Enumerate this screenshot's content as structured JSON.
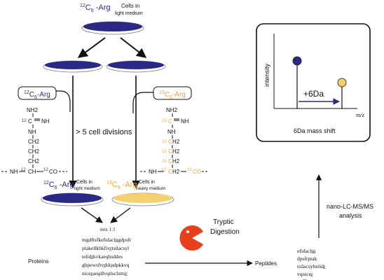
{
  "colors": {
    "light": "#2a2a86",
    "heavy": "#f0a23a",
    "heavy_fill": "#f6cf6e",
    "black": "#111111",
    "pacman": "#e8401c"
  },
  "top": {
    "iso": "12C6 -Arg",
    "iso_mass": "12",
    "iso_elem": "C",
    "iso_sub": "6",
    "iso_arg": " -Arg",
    "medium_line1": "Cells in",
    "medium_line2": "light medium"
  },
  "reagents": {
    "light": {
      "mass": "12",
      "elem": "C",
      "sub": "6",
      "arg": "-Arg"
    },
    "heavy": {
      "mass": "13",
      "elem": "C",
      "sub": "6",
      "arg": "-Arg"
    }
  },
  "divisions_label": "> 5 cell divisions",
  "structure": {
    "nh2": "NH2",
    "c_atom": "C",
    "eq_nh": "NH",
    "nh": "NH",
    "ch2": "CH2",
    "ch2_heavy": "H2",
    "n_term": "NH",
    "ch": "CH",
    "co": "CO",
    "mass_light": "12",
    "mass_heavy": "13"
  },
  "bottom_labels": {
    "light": {
      "mass": "12",
      "elem": "C",
      "sub": "6",
      "arg": " -Arg",
      "line1": "Cells in",
      "line2": "light medium"
    },
    "heavy": {
      "mass": "13",
      "elem": "C",
      "sub": "6",
      "arg": " -Arg",
      "line1": "Cells in",
      "line2": "heavy medium"
    }
  },
  "mix_label": "mix 1:1",
  "proteins_label": "Proteins",
  "protein_sequences": [
    "mgdftsfkefidacln̲gdpsfr",
    "ptakellkhkfivr̲tsilacsyl",
    "telidr̲kvkaeqhsddes",
    "ghpewsftvr̲kkpdpkkvq",
    "nicer̲aeqdlvqtlsclsmir̲"
  ],
  "digestion": {
    "line1": "Tryptic",
    "line2": "Digestion"
  },
  "peptides_label": "Peptides",
  "peptide_sequences": [
    "efidacln̲r̲",
    "dpsfrptak",
    "tsilacsyltelidr̲",
    "vqnicer̲",
    "..."
  ],
  "analysis": {
    "line1": "nano-LC-MS/MS",
    "line2": "analysis"
  },
  "mass_spec": {
    "ylabel": "intensity",
    "xlabel": "m/z",
    "shift": "+6Da",
    "caption": "6Da mass shift"
  }
}
